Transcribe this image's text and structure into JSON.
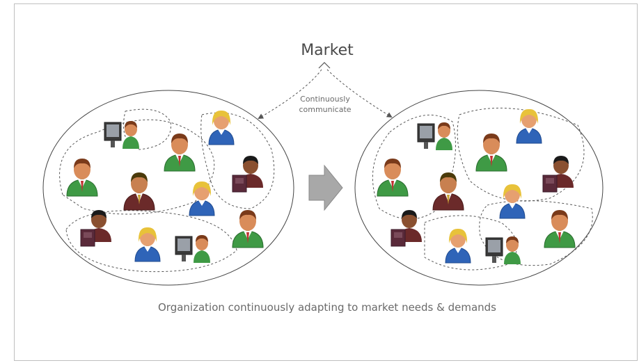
{
  "market": {
    "label": "Market"
  },
  "communication": {
    "line1": "Continuously",
    "line2": "communicate"
  },
  "caption": "Organization continuously adapting to market needs & demands",
  "colors": {
    "green_shirt": "#3f9a45",
    "blue_shirt": "#2f64b8",
    "maroon_suit": "#6b2a2a",
    "skin": "#d98c5a",
    "hair_brown": "#7a3a1a",
    "hair_blonde": "#e8c23a",
    "arrow": "#a8a8a8",
    "line": "#555555"
  }
}
